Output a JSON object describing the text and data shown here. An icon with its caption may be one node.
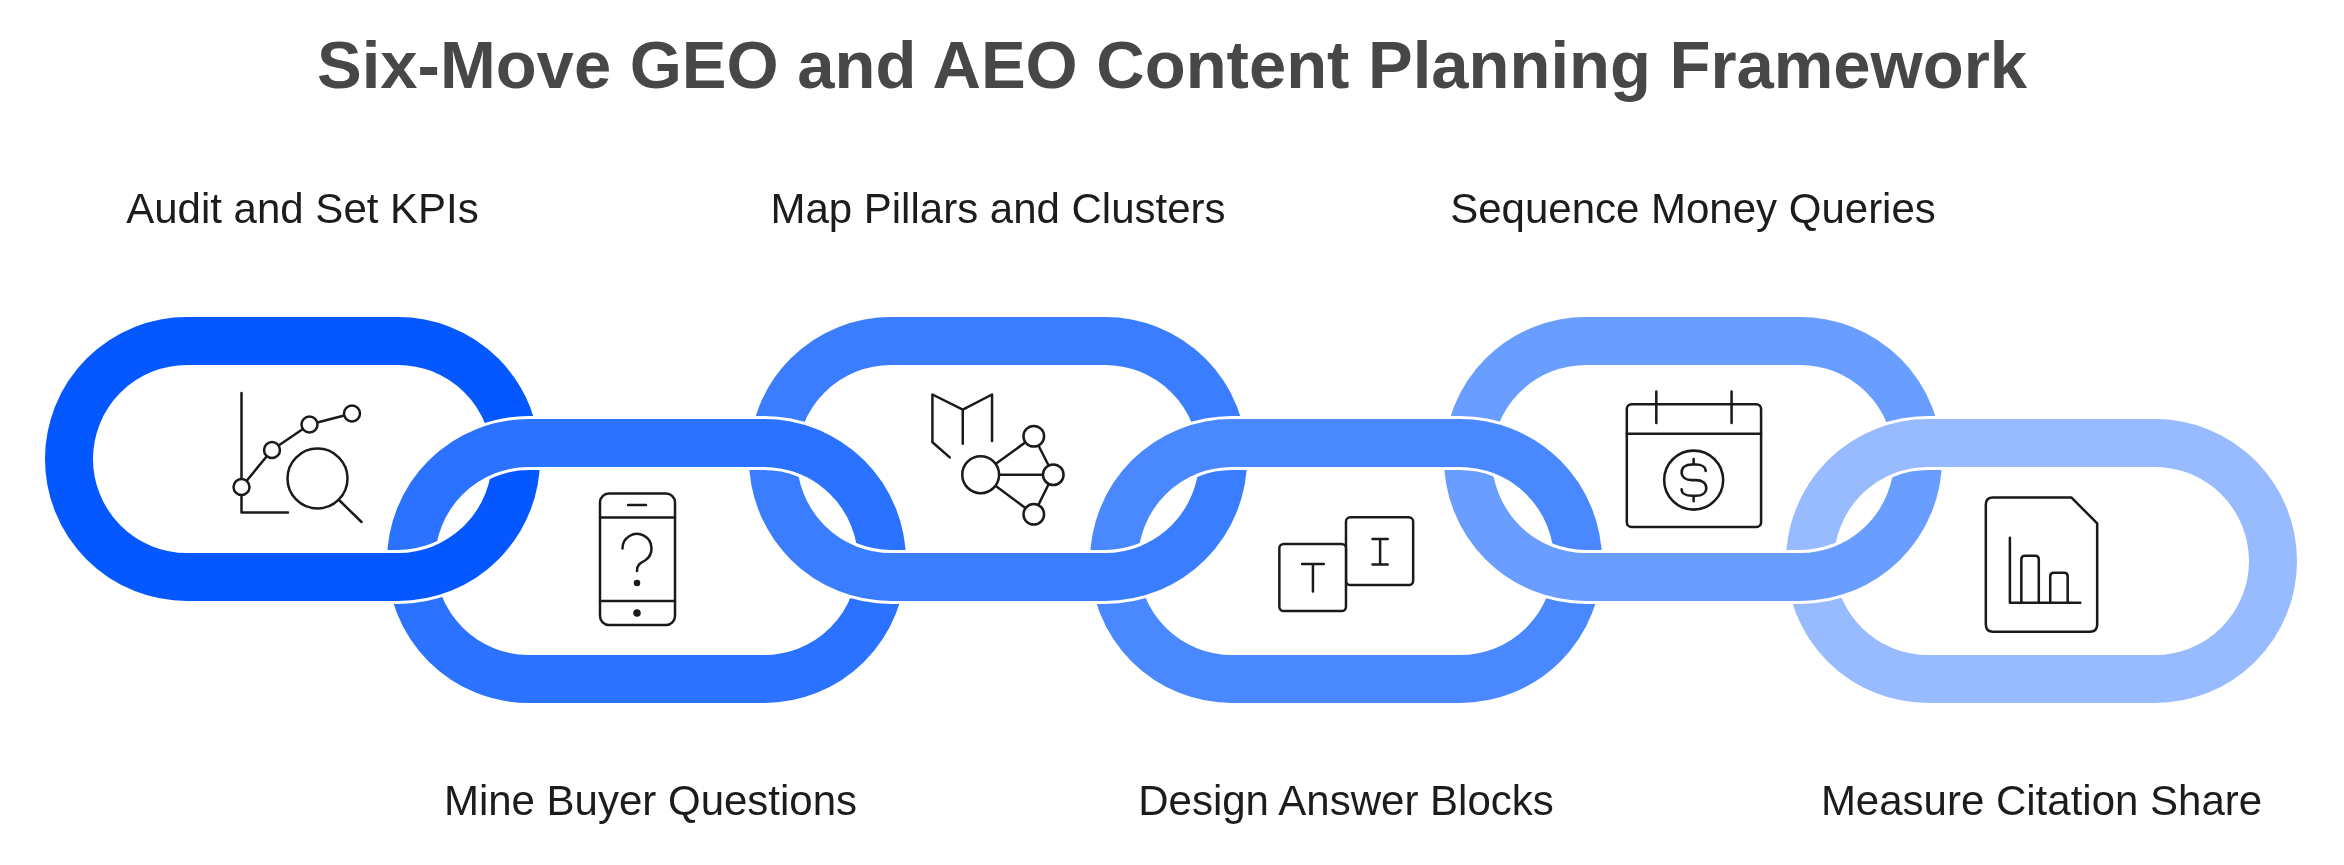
{
  "diagram": {
    "title": "Six-Move GEO and AEO Content Planning Framework",
    "nodes": [
      {
        "text": [
          "Audit and Set KPIs"
        ]
      },
      {
        "text": [
          "Mine Buyer Questions"
        ]
      },
      {
        "text": [
          "Map Pillars and Clusters"
        ]
      },
      {
        "text": [
          "Design Answer Blocks"
        ]
      },
      {
        "text": [
          "Sequence Money Queries"
        ]
      },
      {
        "text": [
          "Measure Citation Share"
        ]
      }
    ]
  }
}
